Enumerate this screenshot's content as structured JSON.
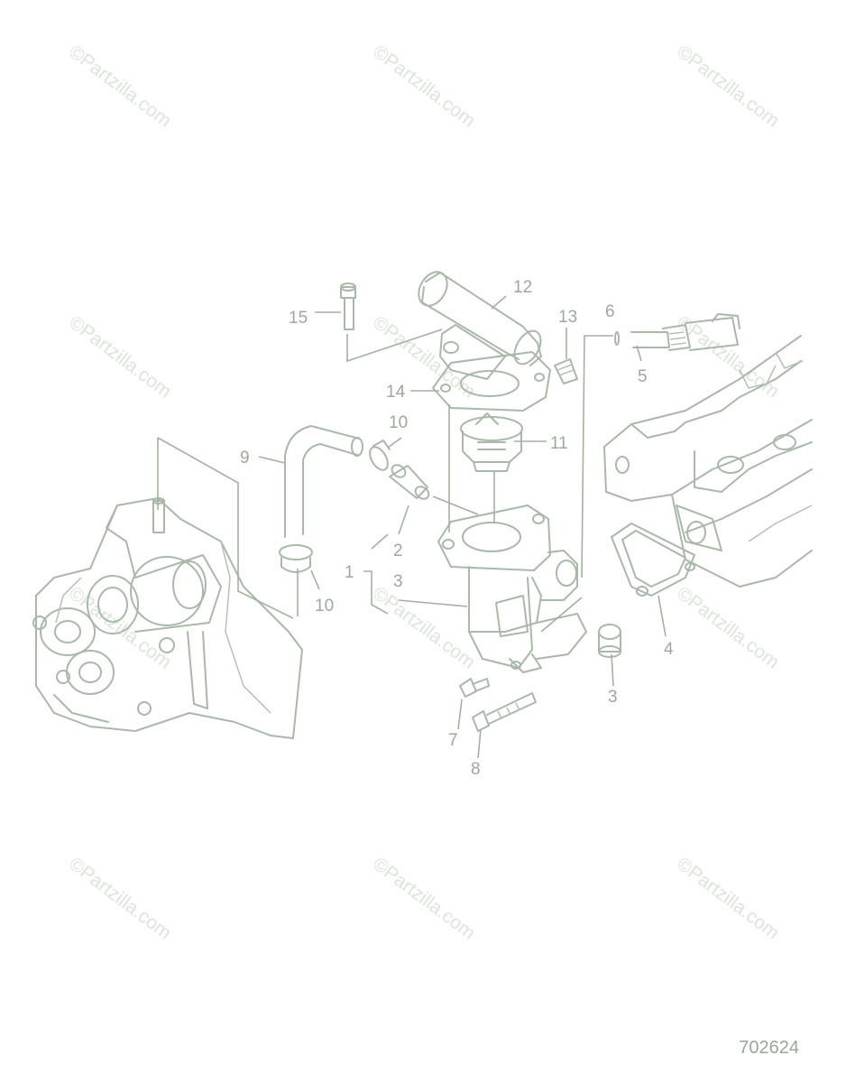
{
  "watermark": {
    "text": "©Partzilla.com"
  },
  "diagram_id": "702624",
  "callouts": {
    "c1": "1",
    "c2": "2",
    "c3a": "3",
    "c3b": "3",
    "c4": "4",
    "c5": "5",
    "c6": "6",
    "c7": "7",
    "c8": "8",
    "c9": "9",
    "c10a": "10",
    "c10b": "10",
    "c11": "11",
    "c12": "12",
    "c13": "13",
    "c14": "14",
    "c15": "15"
  },
  "colors": {
    "line": "#a9b9a9",
    "label": "#9aab9a",
    "watermark": "#dbe6db"
  }
}
